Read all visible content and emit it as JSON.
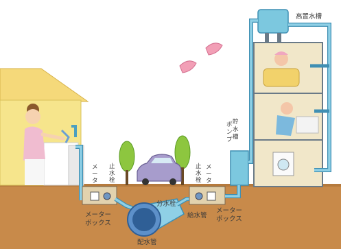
{
  "labels": {
    "elevated_tank": "高置水槽",
    "storage_tank_pump": [
      "貯",
      "水",
      "槽",
      "ポ",
      "ン",
      "プ"
    ],
    "meter_left": [
      "メ",
      "ー",
      "タ"
    ],
    "stop_valve_left": [
      "止",
      "水",
      "栓"
    ],
    "stop_valve_right": [
      "止",
      "水",
      "栓"
    ],
    "meter_right": [
      "メ",
      "ー",
      "タ"
    ],
    "meter_box_left": [
      "メーター",
      "ボックス"
    ],
    "meter_box_right": [
      "メーター",
      "ボックス"
    ],
    "branch_valve": "分水栓",
    "supply_pipe": "給水管",
    "distribution_main": "配水管"
  },
  "colors": {
    "ground": "#c88a4a",
    "pipe": "#8fd0e6",
    "pipe_outline": "#3f8fb3",
    "main_pipe": "#5d90c9",
    "house_wall": "#f6e58c",
    "building": "#f1e7c9",
    "tank": "#7cc8df",
    "car": "#a79ccc",
    "tree": "#8dc63f"
  }
}
